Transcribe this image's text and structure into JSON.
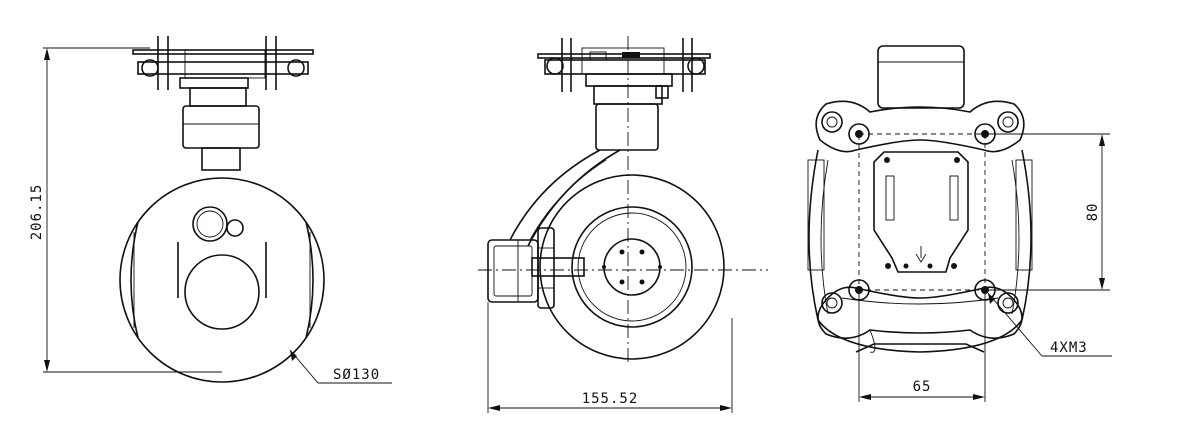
{
  "dimensions": {
    "height": "206.15",
    "sphere_diameter": "SØ130",
    "width": "155.52",
    "mount_vertical": "80",
    "mount_horizontal": "65",
    "screws": "4XM3"
  }
}
